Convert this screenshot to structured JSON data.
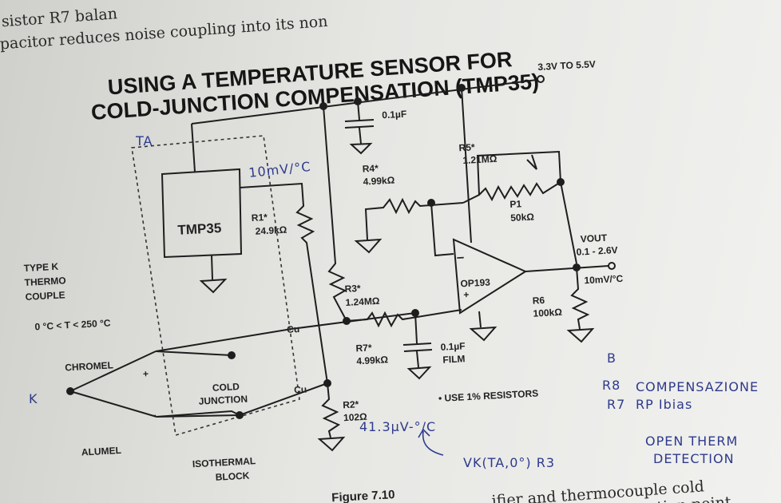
{
  "prose": {
    "line1": "sistor R7 balan",
    "line2": "pacitor reduces noise coupling into its non",
    "line3": "ifier and thermocouple cold",
    "line4": "junction point"
  },
  "figure": {
    "title_line1": "USING A TEMPERATURE SENSOR FOR",
    "title_line2": "COLD-JUNCTION COMPENSATION (TMP35)",
    "caption": "Figure 7.10",
    "supply": "3.3V TO 5.5V",
    "components": {
      "c_top": "0.1µF",
      "tmp35": "TMP35",
      "r1_name": "R1*",
      "r1_value": "24.9kΩ",
      "r2_name": "R2*",
      "r2_value": "102Ω",
      "r3_name": "R3*",
      "r3_value": "1.24MΩ",
      "r4_name": "R4*",
      "r4_value": "4.99kΩ",
      "r5_name": "R5*",
      "r5_value": "1.21MΩ",
      "p1_name": "P1",
      "p1_value": "50kΩ",
      "r6_name": "R6",
      "r6_value": "100kΩ",
      "r7_name": "R7*",
      "r7_value": "4.99kΩ",
      "c_film_value": "0.1µF",
      "c_film_type": "FILM",
      "opamp": "OP193",
      "minus": "–",
      "plus": "+"
    },
    "labels": {
      "thermo_type": [
        "TYPE K",
        "THERMO",
        "COUPLE"
      ],
      "range": "0 °C < T < 250 °C",
      "chromel": "CHROMEL",
      "alumel": "ALUMEL",
      "plus_sign": "+",
      "minus_sign": "-",
      "cu1": "Cu",
      "cu2": "Cu",
      "cold_junction": [
        "COLD",
        "JUNCTION"
      ],
      "isothermal": [
        "ISOTHERMAL",
        "BLOCK"
      ],
      "vout": "VOUT",
      "vout_range": "0.1 - 2.6V",
      "vout_scale": "10mV/°C",
      "note": "• USE 1% RESISTORS"
    }
  },
  "handwriting": {
    "ta": "TA",
    "tmp_scale": "10mV/°C",
    "k": "K",
    "seebeck": "41.3µV-°/C",
    "vk": "VK(TA,0°) R3",
    "r3_note": [
      "OPEN THERM",
      "DETECTION"
    ],
    "b_mark": "B",
    "r8": "R8",
    "compensation": "COMPENSAZIONE",
    "r7": "R7",
    "ibias": "RP Ibias"
  }
}
